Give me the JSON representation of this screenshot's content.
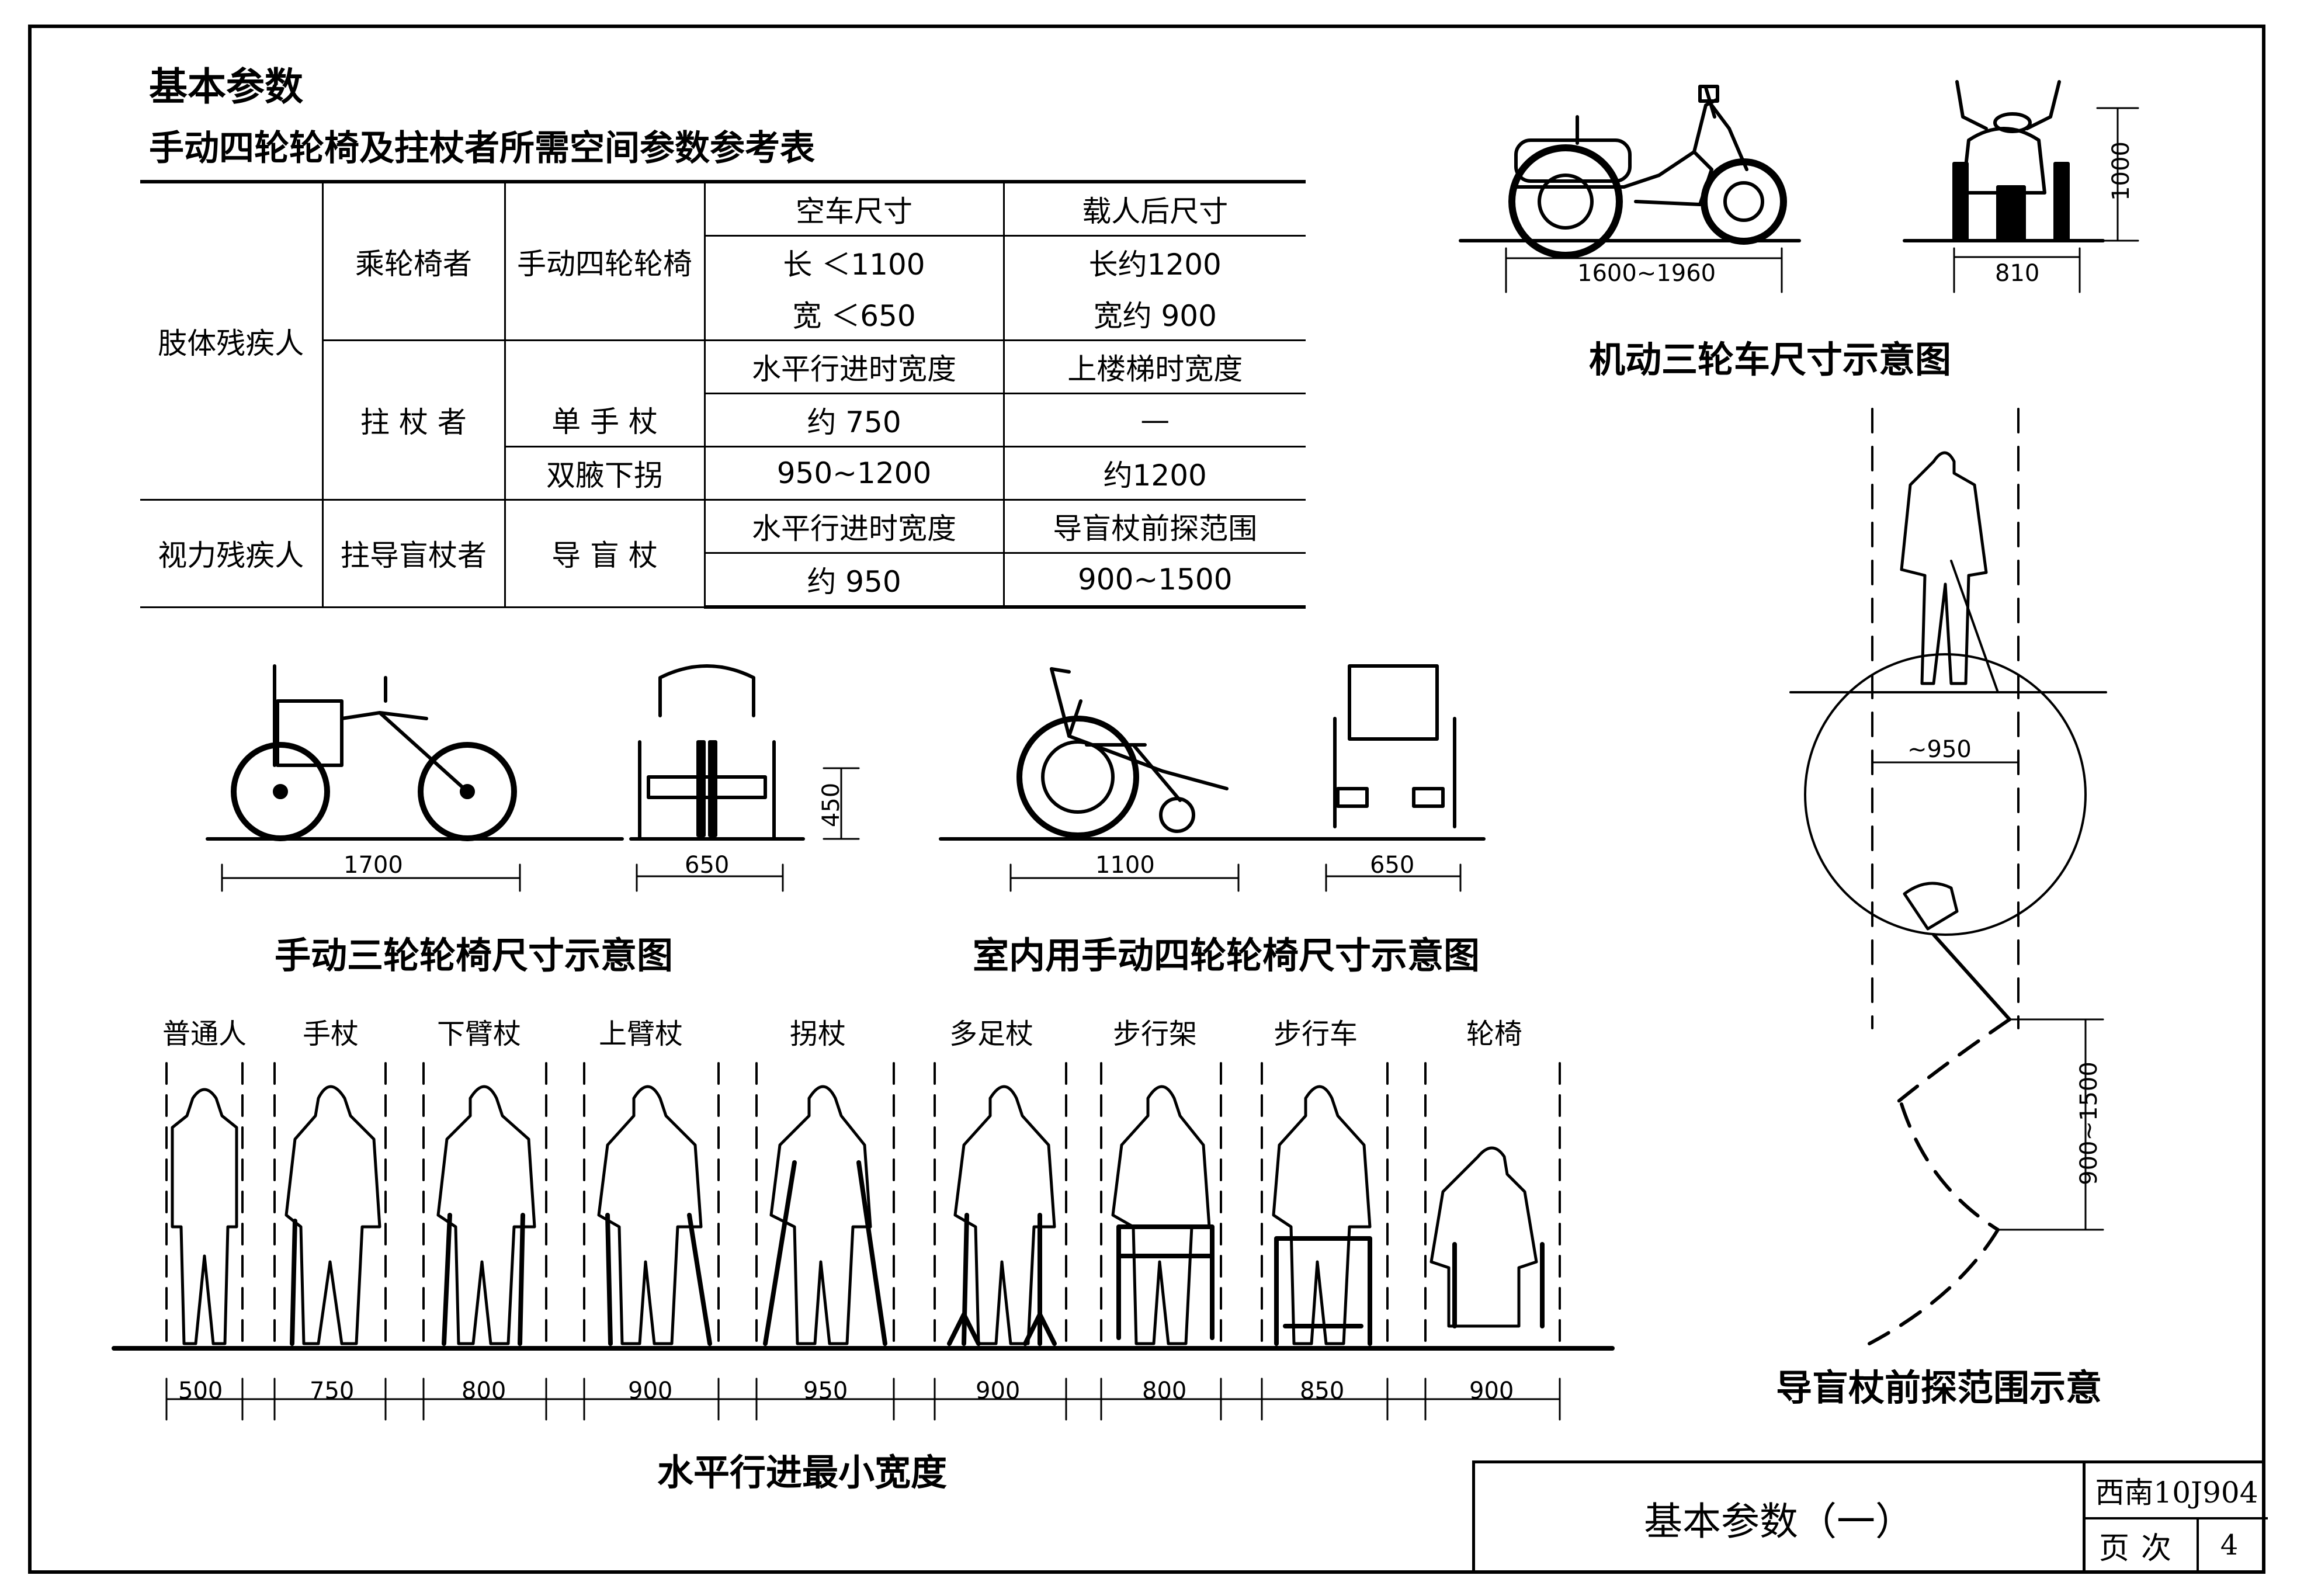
{
  "heading": "基本参数",
  "table_title": "手动四轮轮椅及拄杖者所需空间参数参考表",
  "table": {
    "limb_disabled": "肢体残疾人",
    "visual_disabled": "视力残疾人",
    "wheelchair_user": "乘轮椅者",
    "manual_wheelchair": "手动四轮轮椅",
    "empty_size": "空车尺寸",
    "loaded_size": "载人后尺寸",
    "empty_length": "长 ＜1100",
    "loaded_length": "长约1200",
    "empty_width": "宽 ＜650",
    "loaded_width": "宽约 900",
    "crutch_user": "拄 杖 者",
    "horizontal_width": "水平行进时宽度",
    "stairs_width": "上楼梯时宽度",
    "single_cane": "单 手 杖",
    "single_cane_h": "约 750",
    "single_cane_s": "—",
    "double_crutch": "双腋下拐",
    "double_crutch_h": "950~1200",
    "double_crutch_s": "约1200",
    "blind_cane_user": "拄导盲杖者",
    "blind_cane": "导 盲 杖",
    "horizontal_width2": "水平行进时宽度",
    "probe_range": "导盲杖前探范围",
    "blind_h": "约 950",
    "blind_range": "900~1500"
  },
  "tricycle": {
    "caption": "机动三轮车尺寸示意图",
    "length_dim": "1600~1960",
    "width_dim": "810",
    "height_dim": "1000"
  },
  "manual_tricycle": {
    "caption": "手动三轮轮椅尺寸示意图",
    "length_dim": "1700",
    "width_dim": "650",
    "height_dim": "450"
  },
  "indoor_wheelchair": {
    "caption": "室内用手动四轮轮椅尺寸示意图",
    "length_dim": "1100",
    "width_dim": "650"
  },
  "blind_diagram": {
    "caption": "导盲杖前探范围示意",
    "width_dim": "~950",
    "range_dim": "900~1500"
  },
  "walking": {
    "caption": "水平行进最小宽度",
    "labels": [
      "普通人",
      "手杖",
      "下臂杖",
      "上臂杖",
      "拐杖",
      "多足杖",
      "步行架",
      "步行车",
      "轮椅"
    ],
    "dims": [
      "500",
      "750",
      "800",
      "900",
      "950",
      "900",
      "800",
      "850",
      "900"
    ]
  },
  "title_block": {
    "title": "基本参数（一）",
    "code": "西南10J904",
    "page_label": "页次",
    "page_no": "4"
  }
}
